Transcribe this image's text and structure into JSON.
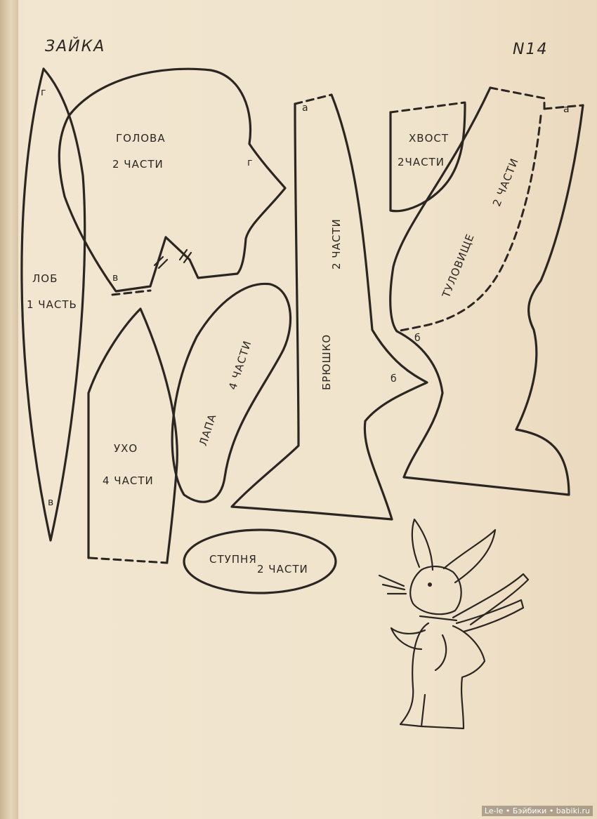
{
  "header": {
    "title": "ЗАЙКА",
    "number": "N14"
  },
  "pieces": {
    "forehead": {
      "name": "ЛОБ",
      "count": "1 ЧАСТЬ",
      "mark_top": "г",
      "mark_bottom": "в"
    },
    "head": {
      "name": "ГОЛОВА",
      "count": "2 ЧАСТИ",
      "mark_right": "г",
      "mark_bottom": "в"
    },
    "ear": {
      "name": "УХО",
      "count": "4 ЧАСТИ"
    },
    "paw": {
      "name": "ЛАПА",
      "count": "4 ЧАСТИ"
    },
    "foot": {
      "name": "СТУПНЯ",
      "count": "2 ЧАСТИ"
    },
    "belly": {
      "name": "БРЮШКО",
      "count": "2 ЧАСТИ",
      "mark_top": "а",
      "mark_side": "б"
    },
    "tail": {
      "name": "ХВОСТ",
      "count": "2ЧАСТИ"
    },
    "body": {
      "name": "ТУЛОВИЩЕ",
      "count": "2 ЧАСТИ",
      "mark_top": "а",
      "mark_side": "б"
    }
  },
  "illustration": {
    "subject": "bunny-with-scarf"
  },
  "watermark": "Le-le • Бэйбики • babiki.ru"
}
